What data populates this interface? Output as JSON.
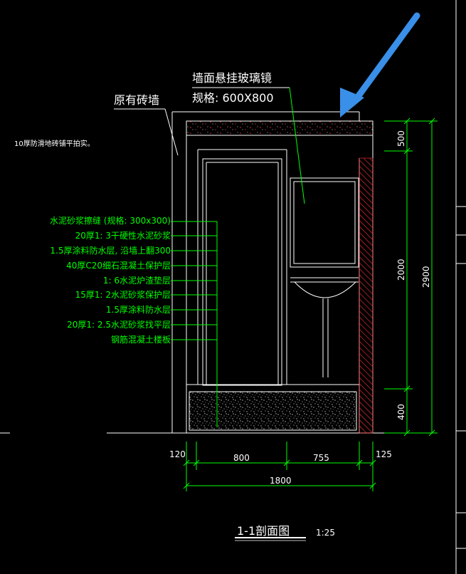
{
  "drawing": {
    "title": "1-1剖面图",
    "scale": "1:25"
  },
  "annotations": {
    "mirror_label": "墙面悬挂玻璃镜",
    "mirror_spec": "规格: 600X800",
    "brick_wall": "原有砖墙",
    "wall_tile_note": "10厚防滑地砖铺平拍实。"
  },
  "layers": [
    "水泥砂浆擦缝 (规格: 300x300)",
    "20厚1: 3干硬性水泥砂浆",
    "1.5厚涂料防水层, 沿墙上翻300",
    "40厚C20细石混凝土保护层",
    "1: 6水泥炉渣垫层",
    "15厚1: 2水泥砂浆保护层",
    "1.5厚涂料防水层",
    "20厚1: 2.5水泥砂浆找平层",
    "钢筋混凝土楼板"
  ],
  "dims_bottom": {
    "left": "120",
    "seg1": "800",
    "seg2": "755",
    "right": "125",
    "total": "1800"
  },
  "dims_right": {
    "top": "500",
    "mid": "2000",
    "bottom": "400",
    "total": "2900"
  },
  "colors": {
    "arrow": "#3a8fe8",
    "hatch": "#ff3030",
    "dim": "#00ff00",
    "line": "#ffffff"
  }
}
